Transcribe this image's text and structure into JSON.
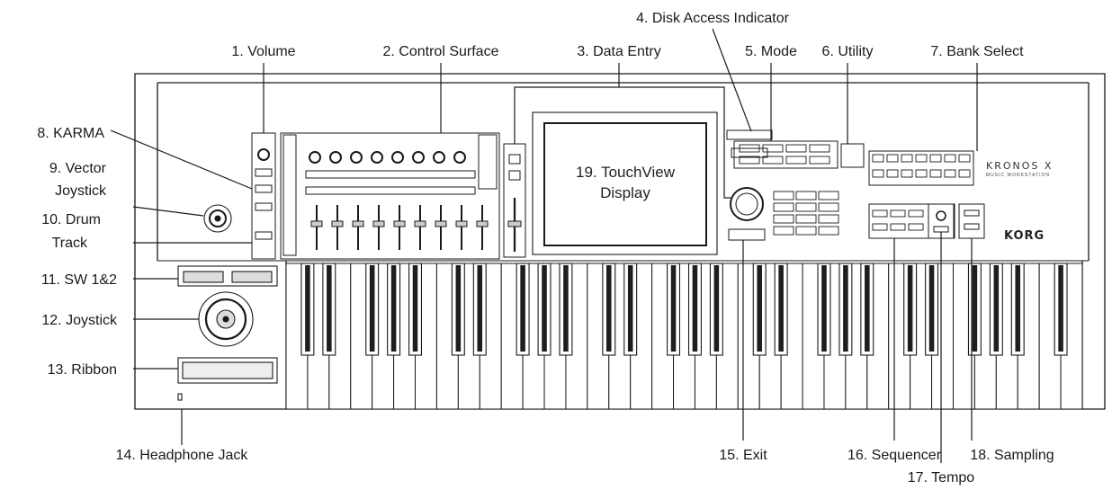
{
  "callouts": [
    {
      "id": "volume",
      "label": "1. Volume"
    },
    {
      "id": "control-surface",
      "label": "2. Control Surface"
    },
    {
      "id": "data-entry",
      "label": "3. Data Entry"
    },
    {
      "id": "disk-access",
      "label": "4. Disk Access Indicator"
    },
    {
      "id": "mode",
      "label": "5. Mode"
    },
    {
      "id": "utility",
      "label": "6. Utility"
    },
    {
      "id": "bank-select",
      "label": "7. Bank Select"
    },
    {
      "id": "karma",
      "label": "8. KARMA"
    },
    {
      "id": "vector-joystick-1",
      "label": "9. Vector"
    },
    {
      "id": "vector-joystick-2",
      "label": "Joystick"
    },
    {
      "id": "drum-track-1",
      "label": "10. Drum"
    },
    {
      "id": "drum-track-2",
      "label": "Track"
    },
    {
      "id": "sw12",
      "label": "11. SW 1&2"
    },
    {
      "id": "joystick",
      "label": "12. Joystick"
    },
    {
      "id": "ribbon",
      "label": "13. Ribbon"
    },
    {
      "id": "headphone",
      "label": "14. Headphone Jack"
    },
    {
      "id": "exit",
      "label": "15. Exit"
    },
    {
      "id": "sequencer",
      "label": "16. Sequencer"
    },
    {
      "id": "tempo",
      "label": "17. Tempo"
    },
    {
      "id": "sampling",
      "label": "18. Sampling"
    }
  ],
  "touchview": {
    "line1": "19. TouchView",
    "line2": "Display"
  },
  "brand": {
    "model": "KRONOS X",
    "tagline": "MUSIC WORKSTATION",
    "maker": "KORG"
  },
  "colors": {
    "line": "#1a1a1a",
    "panel": "#ffffff",
    "key_black": "#1e1e1e"
  }
}
